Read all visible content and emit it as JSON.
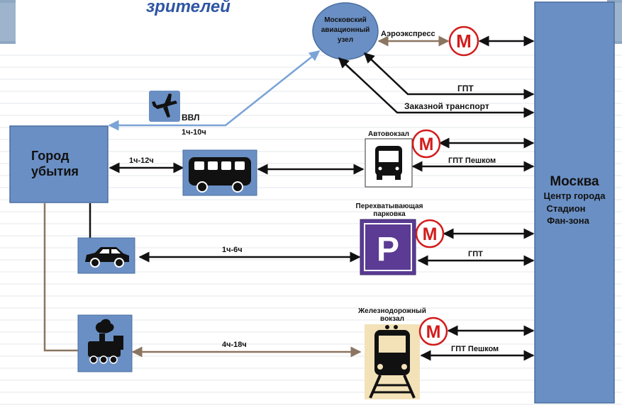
{
  "header": {
    "text": "зрителей"
  },
  "nodes": {
    "city": {
      "line1": "Город",
      "line2": "убытия"
    },
    "moscow": {
      "title": "Москва",
      "line1": "Центр города",
      "line2": "Стадион",
      "line3": "Фан-зона"
    },
    "airport": {
      "line1": "Московский",
      "line2": "авиационный",
      "line3": "узел"
    },
    "bus_station": {
      "label": "Автовокзал"
    },
    "parking": {
      "line1": "Перехватывающая",
      "line2": "парковка",
      "sign": "P"
    },
    "rail_station": {
      "line1": "Железнодорожный",
      "line2": "вокзал"
    }
  },
  "metro_letter": "М",
  "labels": {
    "aeroexpress": "Аэроэкспресс",
    "gpt_airport": "ГПТ",
    "charter": "Заказной транспорт",
    "vvl": "ВВЛ",
    "flight_time": "1ч-10ч",
    "bus_time": "1ч-12ч",
    "bus_modes": "ГПТ   Пешком",
    "car_time": "1ч-6ч",
    "parking_modes": "ГПТ",
    "train_time": "4ч-18ч",
    "rail_modes": "ГПТ  Пешком"
  },
  "colors": {
    "node_fill": "#6a8fc4",
    "node_stroke": "#4a6fa0",
    "flight_line": "#7aa3d6",
    "train_line": "#8b7560",
    "metro_red": "#d21c1c",
    "parking_sign": "#5b3b94",
    "rail_bg": "#f3e2b8",
    "header_text": "#2f55a4"
  }
}
